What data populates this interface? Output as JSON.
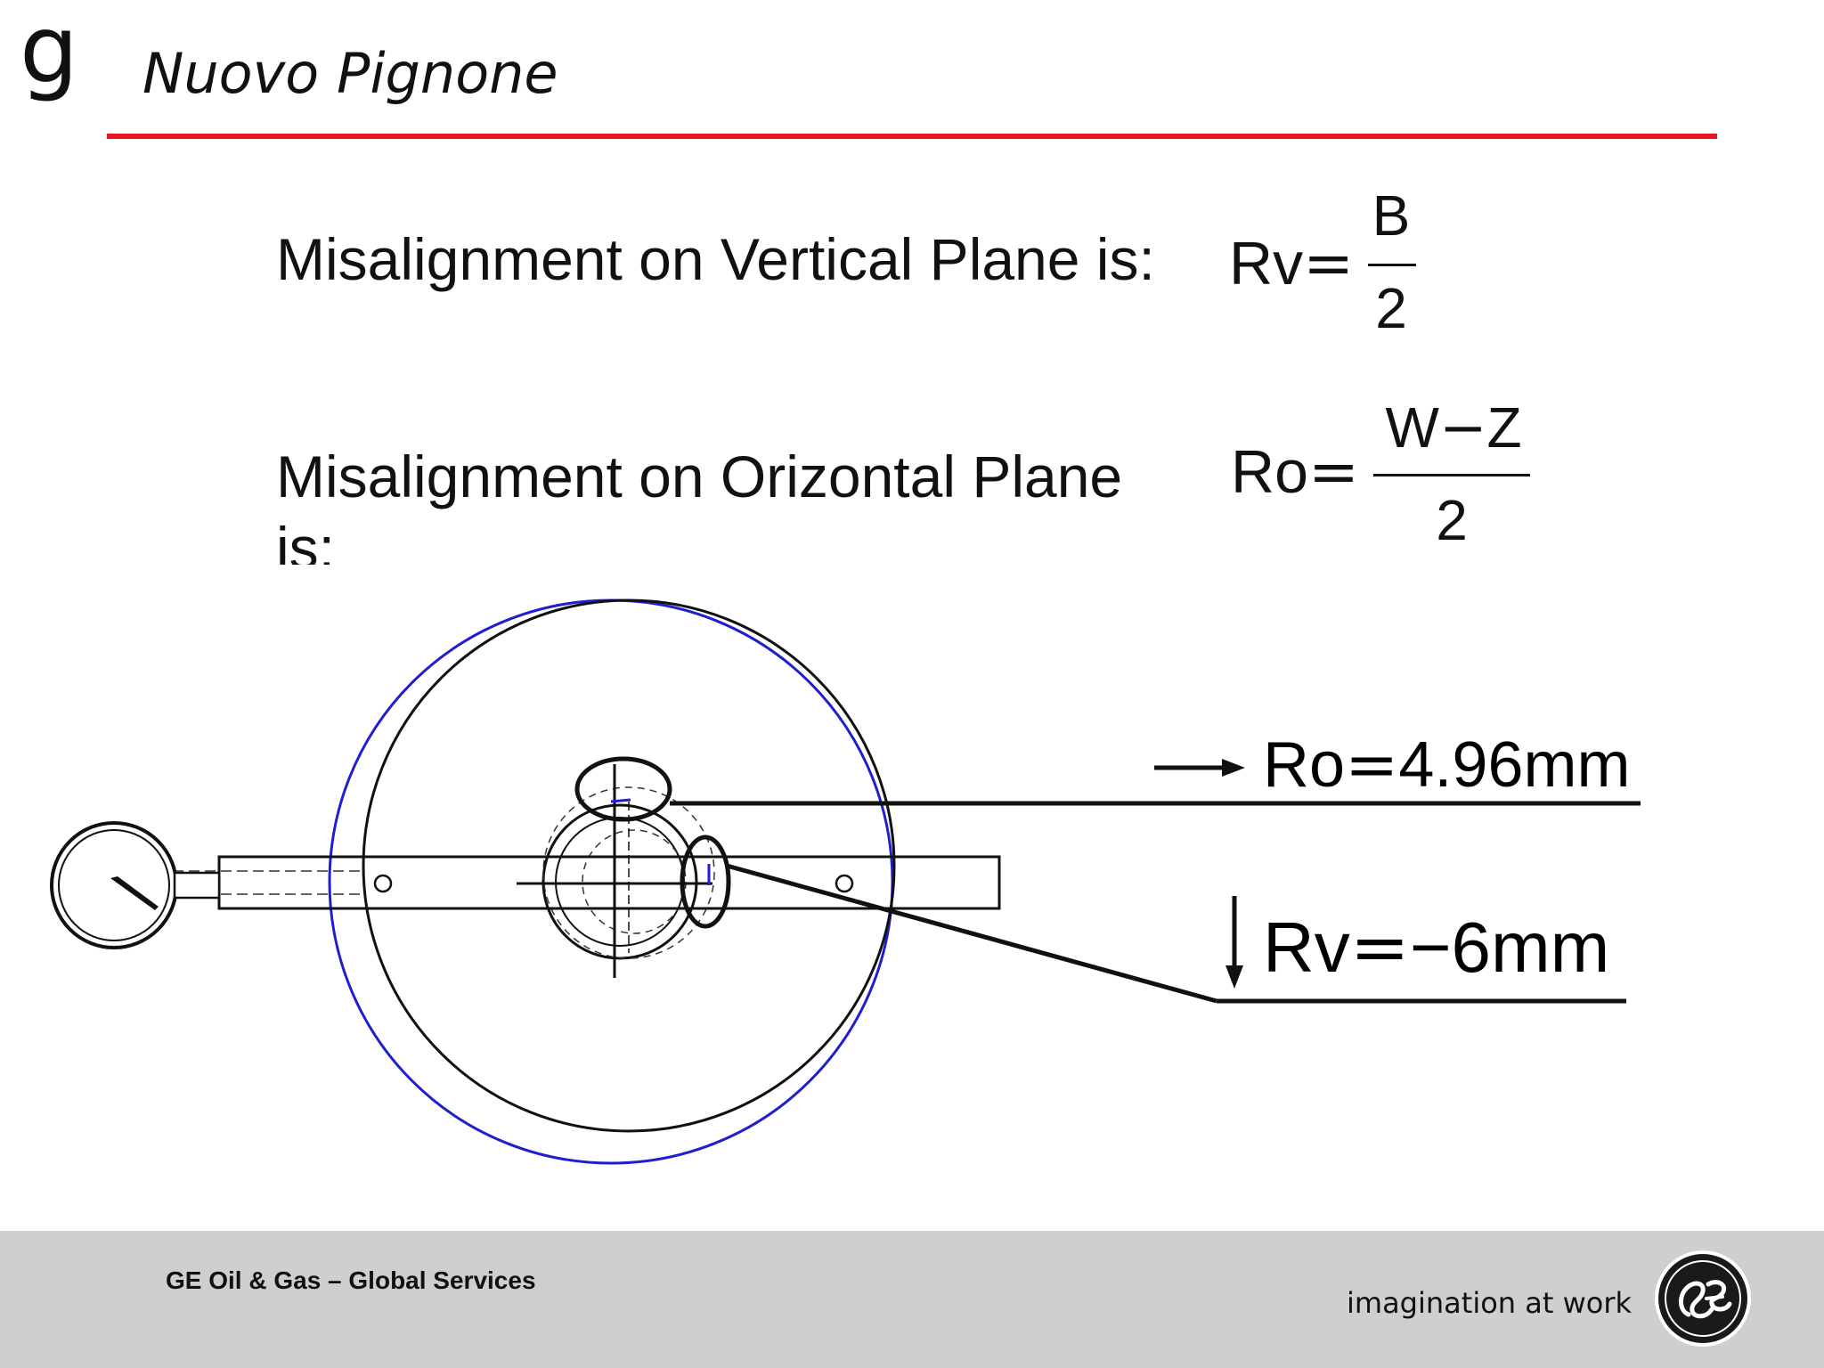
{
  "header": {
    "logo_glyph": "g",
    "title": "Nuovo Pignone",
    "rule_color": "#e8141c"
  },
  "statements": {
    "vertical": "Misalignment on Vertical Plane is:",
    "horizontal_line1": "Misalignment on Orizontal Plane",
    "horizontal_line2": "is:"
  },
  "formulas": {
    "vertical": {
      "lhs": "Rv",
      "equals": "=",
      "numerator": "B",
      "denominator": "2"
    },
    "horizontal": {
      "lhs": "Ro",
      "equals": "=",
      "numerator_a": "W",
      "minus": "−",
      "numerator_b": "Z",
      "denominator": "2"
    }
  },
  "results": {
    "ro": {
      "lhs": "Ro",
      "equals": "=",
      "value": "4.96mm",
      "arrow": "right-arrow"
    },
    "rv": {
      "lhs": "Rv",
      "equals": "=",
      "value": "−6mm",
      "arrow": "down-arrow"
    }
  },
  "diagram": {
    "shaft_circle_color": "#1f1fd0",
    "coupling_circle_color": "#111111",
    "dial_gauge": "dial-gauge-icon"
  },
  "footer": {
    "company": "GE Oil & Gas – Global Services",
    "tagline": "imagination at work",
    "logo": "ge-monogram-logo",
    "background": "#cfcfd1"
  }
}
